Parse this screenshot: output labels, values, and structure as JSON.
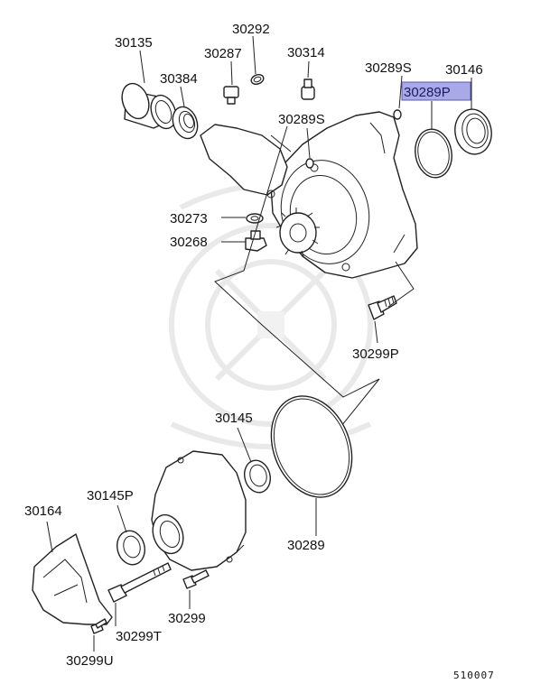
{
  "diagram": {
    "highlight_color": "#a9a9e8",
    "parts": {
      "p30135": "30135",
      "p30292": "30292",
      "p30287": "30287",
      "p30314": "30314",
      "p30384": "30384",
      "p30289S_top": "30289S",
      "p30146": "30146",
      "p30289P": "30289P",
      "p30289S_mid": "30289S",
      "p30273": "30273",
      "p30268": "30268",
      "p30299P": "30299P",
      "p30145": "30145",
      "p30145P": "30145P",
      "p30164": "30164",
      "p30289": "30289",
      "p30299": "30299",
      "p30299T": "30299T",
      "p30299U": "30299U"
    },
    "reference_code": "510007"
  }
}
